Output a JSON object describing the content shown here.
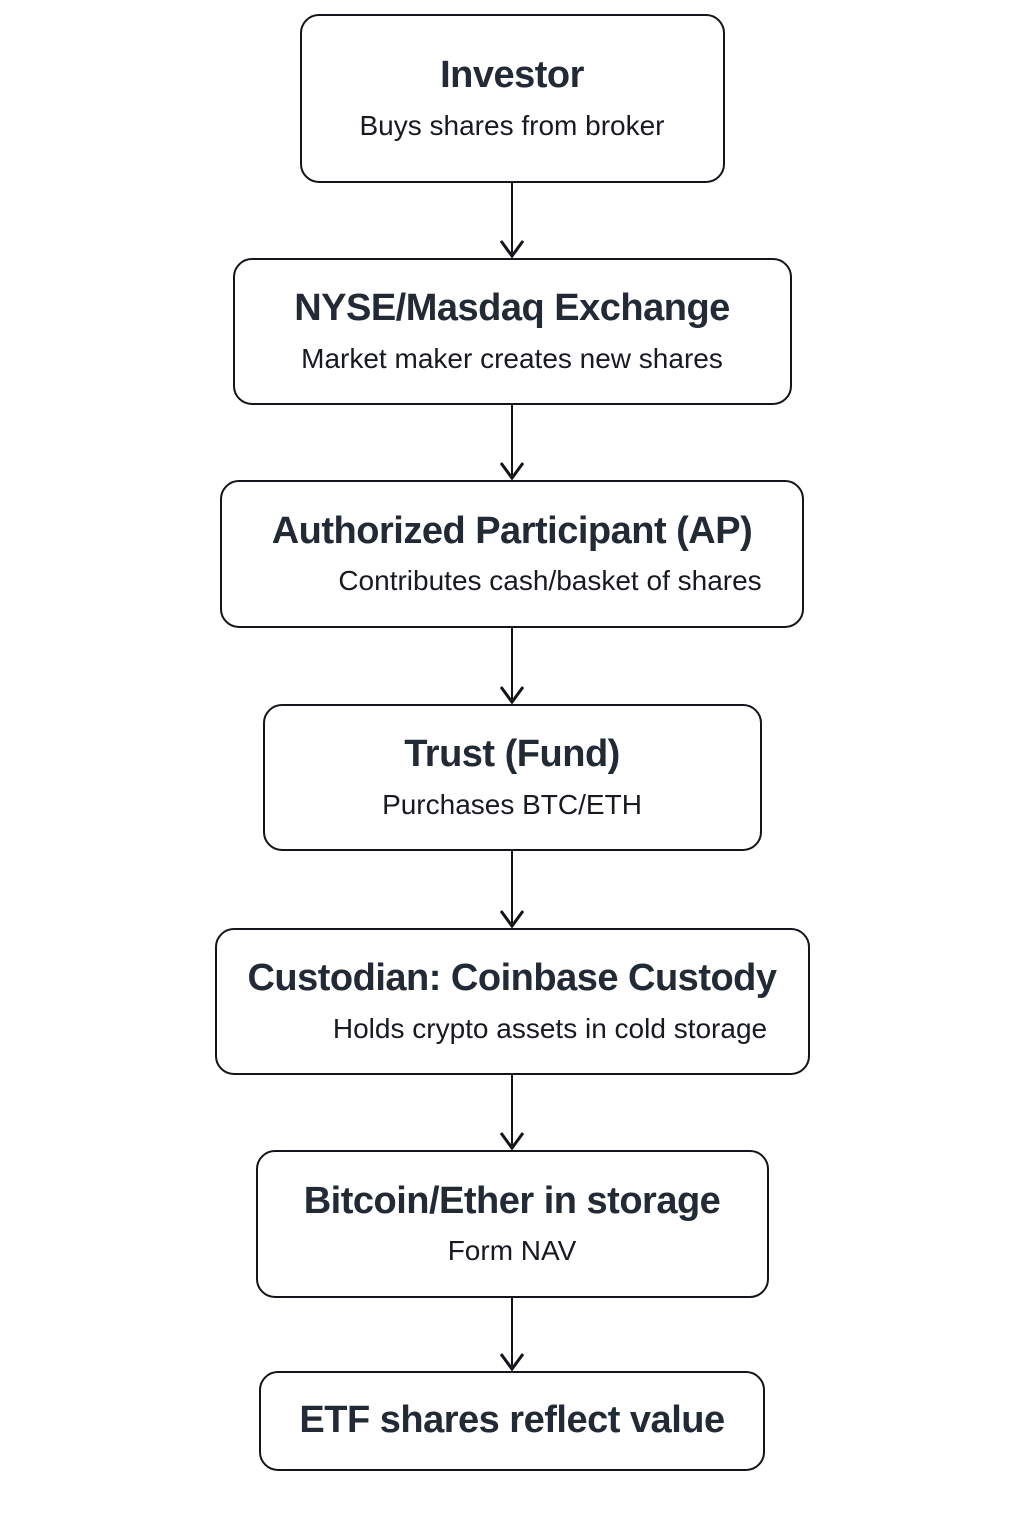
{
  "flowchart": {
    "type": "flowchart",
    "direction": "top-down",
    "colors": {
      "background": "#ffffff",
      "box_fill": "#ffffff",
      "box_border": "#12151a",
      "title_text": "#222a36",
      "subtitle_text": "#171a20",
      "arrow": "#12151a"
    },
    "nodes": [
      {
        "id": "investor",
        "title": "Investor",
        "subtitle": "Buys shares from broker"
      },
      {
        "id": "exchange",
        "title": "NYSE/Masdaq Exchange",
        "subtitle": "Market maker creates new shares"
      },
      {
        "id": "authorized-participant",
        "title": "Authorized Participant (AP)",
        "subtitle": "Contributes cash/basket of shares"
      },
      {
        "id": "trust-fund",
        "title": "Trust (Fund)",
        "subtitle": "Purchases BTC/ETH"
      },
      {
        "id": "custodian",
        "title": "Custodian: Coinbase Custody",
        "subtitle": "Holds crypto assets in cold storage"
      },
      {
        "id": "crypto-storage",
        "title": "Bitcoin/Ether in storage",
        "subtitle": "Form NAV"
      },
      {
        "id": "etf-shares",
        "title": "ETF shares reflect value"
      }
    ],
    "edges": [
      {
        "from": "investor",
        "to": "exchange"
      },
      {
        "from": "exchange",
        "to": "authorized-participant"
      },
      {
        "from": "authorized-participant",
        "to": "trust-fund"
      },
      {
        "from": "trust-fund",
        "to": "custodian"
      },
      {
        "from": "custodian",
        "to": "crypto-storage"
      },
      {
        "from": "crypto-storage",
        "to": "etf-shares"
      }
    ]
  }
}
